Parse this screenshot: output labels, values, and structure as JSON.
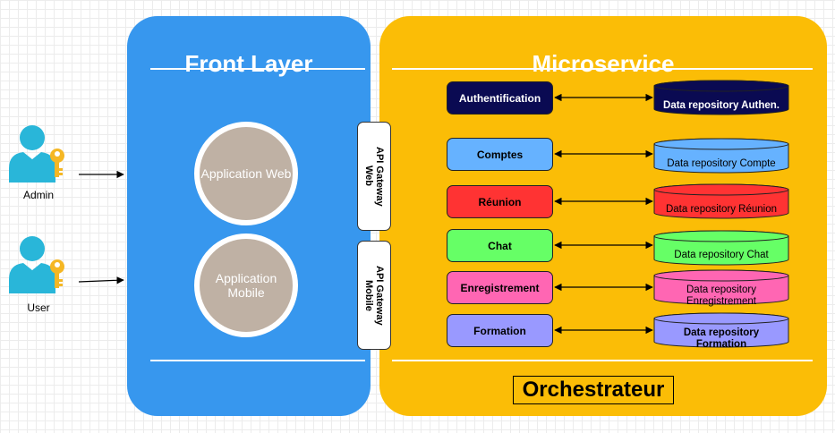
{
  "front_layer": {
    "title": "Front Layer",
    "apps": [
      "Application Web",
      "Application Mobile"
    ]
  },
  "microservice": {
    "title": "Microservice"
  },
  "actors": [
    "Admin",
    "User"
  ],
  "gateways": [
    "API Gateway\nWeb",
    "API Gateway\nMobile"
  ],
  "services": [
    {
      "name": "Authentification",
      "color": "#0a0a52",
      "text_color": "#ffffff",
      "repo": "Data repository Authen.",
      "repo_color": "#0a0a52",
      "repo_text_color": "#ffffff",
      "repo_bold": true
    },
    {
      "name": "Comptes",
      "color": "#66b2ff",
      "text_color": "#000000",
      "repo": "Data repository Compte",
      "repo_color": "#66b2ff",
      "repo_text_color": "#000000",
      "repo_bold": false
    },
    {
      "name": "Réunion",
      "color": "#ff3333",
      "text_color": "#000000",
      "repo": "Data repository Réunion",
      "repo_color": "#ff3333",
      "repo_text_color": "#000000",
      "repo_bold": false
    },
    {
      "name": "Chat",
      "color": "#66ff66",
      "text_color": "#000000",
      "repo": "Data repository Chat",
      "repo_color": "#66ff66",
      "repo_text_color": "#000000",
      "repo_bold": false
    },
    {
      "name": "Enregistrement",
      "color": "#ff66b3",
      "text_color": "#000000",
      "repo": "Data repository\nEnregistrement",
      "repo_color": "#ff66b3",
      "repo_text_color": "#000000",
      "repo_bold": false
    },
    {
      "name": "Formation",
      "color": "#9999ff",
      "text_color": "#000000",
      "repo": "Data repository\nFormation",
      "repo_color": "#9999ff",
      "repo_text_color": "#000000",
      "repo_bold": true
    }
  ],
  "orchestrator": "Orchestrateur",
  "colors": {
    "front_layer": "#3797ee",
    "microservice": "#fbbd06",
    "app_circle": "#bfb1a4",
    "actor_icon": "#29b6d9",
    "key_icon": "#f5b724"
  }
}
